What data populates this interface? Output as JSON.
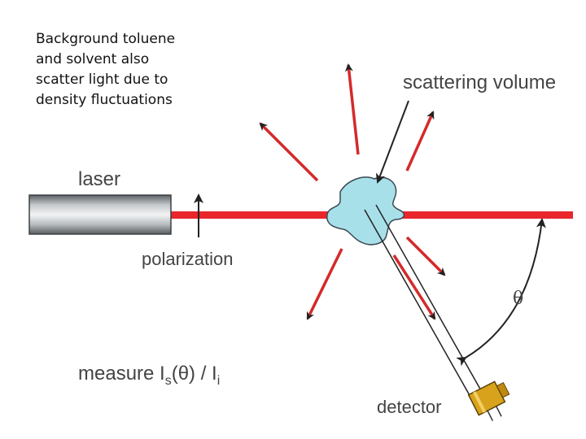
{
  "note": {
    "lines": [
      "Background toluene",
      "and solvent also",
      "scatter light due to",
      "density fluctuations"
    ]
  },
  "labels": {
    "scattering_volume": "scattering volume",
    "laser": "laser",
    "polarization": "polarization",
    "theta": "θ",
    "measure_prefix": "measure I",
    "measure_sub_s": "s",
    "measure_mid": "(θ) / I",
    "measure_sub_i": "i",
    "detector": "detector"
  },
  "colors": {
    "beam": "#e8262c",
    "arrow": "#d42a2a",
    "sample": "#a8e0ea",
    "detector": "#d8a21c",
    "line": "#222222"
  }
}
